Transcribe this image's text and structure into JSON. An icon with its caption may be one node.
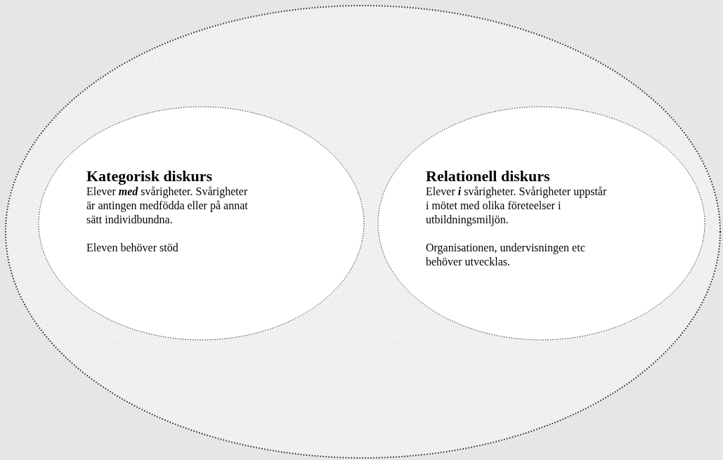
{
  "diagram": {
    "nodes": [
      {
        "text": [],
        "shape": "ellipse"
      },
      {
        "text": [
          "Kategorisk diskurs",
          "Elever **med** svårigheter. Svårigheter är antingen medfödda eller på annat sätt individbundna.",
          "Eleven behöver stöd"
        ],
        "in": 0
      },
      {
        "text": [
          "Relationell diskurs",
          "Elever **i** svårigheter. Svårigheter uppstår i mötet med olika företeelser i utbildningsmiljön.",
          "Organisationen, undervisningen etc behöver utvecklas."
        ],
        "in": 0
      }
    ]
  }
}
